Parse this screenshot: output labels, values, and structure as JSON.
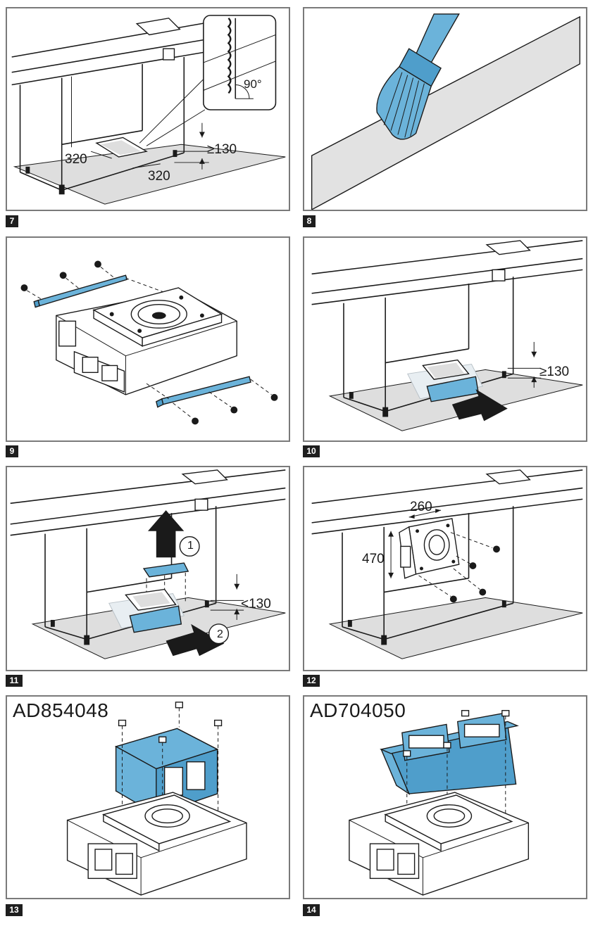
{
  "steps": [
    {
      "badge": "7",
      "dims": {
        "depth_min": "≥130",
        "width_a": "320",
        "width_b": "320",
        "angle": "90°"
      }
    },
    {
      "badge": "8"
    },
    {
      "badge": "9"
    },
    {
      "badge": "10",
      "dims": {
        "depth_min": "≥130"
      }
    },
    {
      "badge": "11",
      "dims": {
        "depth_max": "<130",
        "callout_1": "1",
        "callout_2": "2"
      }
    },
    {
      "badge": "12",
      "dims": {
        "width": "260",
        "height": "470"
      }
    },
    {
      "badge": "13",
      "model": "AD854048"
    },
    {
      "badge": "14",
      "model": "AD704050"
    }
  ],
  "colors": {
    "accent_blue": "#6bb3da",
    "frame": "#7a7a7a",
    "badge": "#1e1e1e"
  }
}
